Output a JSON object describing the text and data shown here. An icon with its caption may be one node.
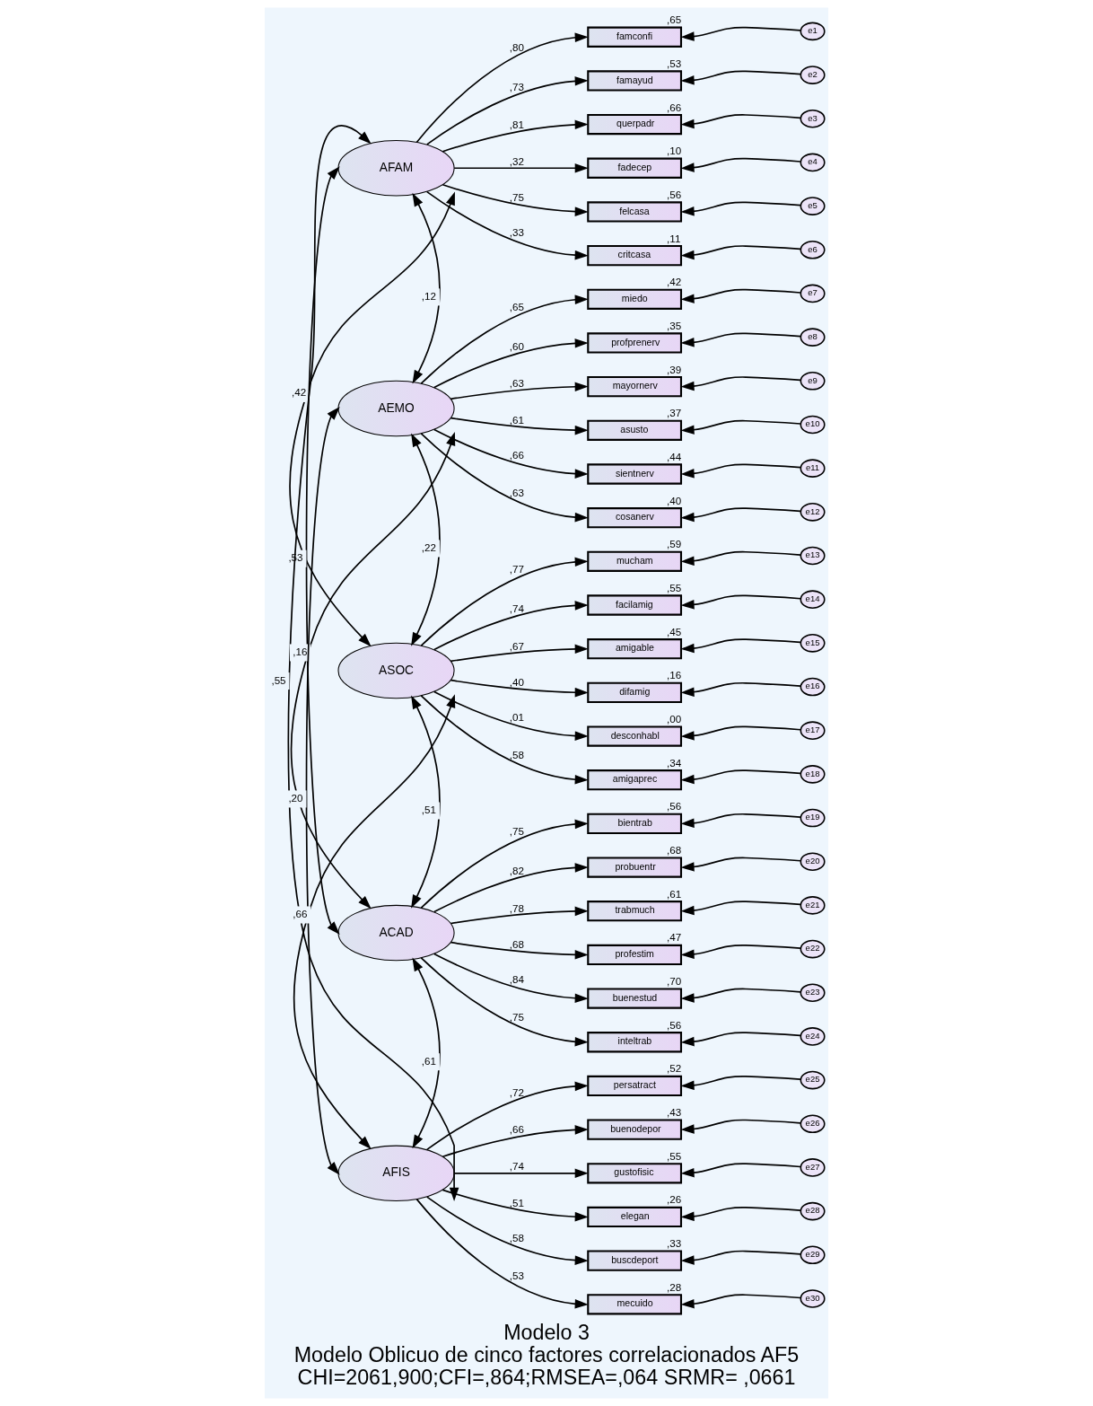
{
  "diagram": {
    "title": "Modelo 3",
    "caption": "Modelo Oblicuo de cinco factores correlacionados AF5 CHI=2061,900;CFI=,864;RMSEA=,064 SRMR= ,0661",
    "nodes": [
      {
        "text": [
          "AFAM"
        ]
      },
      {
        "text": [
          "AEMO"
        ]
      },
      {
        "text": [
          "ASOC"
        ]
      },
      {
        "text": [
          "ACAD"
        ]
      },
      {
        "text": [
          "AFIS"
        ]
      },
      {
        "text": [
          "famconfi"
        ],
        "beside": [
          ",65"
        ]
      },
      {
        "text": [
          "famayud"
        ],
        "beside": [
          ",53"
        ]
      },
      {
        "text": [
          "querpadr"
        ],
        "beside": [
          ",66"
        ]
      },
      {
        "text": [
          "fadecep"
        ],
        "beside": [
          ",10"
        ]
      },
      {
        "text": [
          "felcasa"
        ],
        "beside": [
          ",56"
        ]
      },
      {
        "text": [
          "critcasa"
        ],
        "beside": [
          ",11"
        ]
      },
      {
        "text": [
          "miedo"
        ],
        "beside": [
          ",42"
        ]
      },
      {
        "text": [
          "profprenerv"
        ],
        "beside": [
          ",35"
        ]
      },
      {
        "text": [
          "mayornerv"
        ],
        "beside": [
          ",39"
        ]
      },
      {
        "text": [
          "asusto"
        ],
        "beside": [
          ",37"
        ]
      },
      {
        "text": [
          "sientnerv"
        ],
        "beside": [
          ",44"
        ]
      },
      {
        "text": [
          "cosanerv"
        ],
        "beside": [
          ",40"
        ]
      },
      {
        "text": [
          "mucham"
        ],
        "beside": [
          ",59"
        ]
      },
      {
        "text": [
          "facilamig"
        ],
        "beside": [
          ",55"
        ]
      },
      {
        "text": [
          "amigable"
        ],
        "beside": [
          ",45"
        ]
      },
      {
        "text": [
          "difamig"
        ],
        "beside": [
          ",16"
        ]
      },
      {
        "text": [
          "desconhabl"
        ],
        "beside": [
          ",00"
        ]
      },
      {
        "text": [
          "amigaprec"
        ],
        "beside": [
          ",34"
        ]
      },
      {
        "text": [
          "bientrab"
        ],
        "beside": [
          ",56"
        ]
      },
      {
        "text": [
          "probuentr"
        ],
        "beside": [
          ",68"
        ]
      },
      {
        "text": [
          "trabmuch"
        ],
        "beside": [
          ",61"
        ]
      },
      {
        "text": [
          "profestim"
        ],
        "beside": [
          ",47"
        ]
      },
      {
        "text": [
          "buenestud"
        ],
        "beside": [
          ",70"
        ]
      },
      {
        "text": [
          "inteltrab"
        ],
        "beside": [
          ",56"
        ]
      },
      {
        "text": [
          "persatract"
        ],
        "beside": [
          ",52"
        ]
      },
      {
        "text": [
          "buenodepor"
        ],
        "beside": [
          ",43"
        ]
      },
      {
        "text": [
          "gustofisic"
        ],
        "beside": [
          ",55"
        ]
      },
      {
        "text": [
          "elegan"
        ],
        "beside": [
          ",26"
        ]
      },
      {
        "text": [
          "buscdeport"
        ],
        "beside": [
          ",33"
        ]
      },
      {
        "text": [
          "mecuido"
        ],
        "beside": [
          ",28"
        ]
      },
      {
        "text": [
          "e1"
        ]
      },
      {
        "text": [
          "e2"
        ]
      },
      {
        "text": [
          "e3"
        ]
      },
      {
        "text": [
          "e4"
        ]
      },
      {
        "text": [
          "e5"
        ]
      },
      {
        "text": [
          "e6"
        ]
      },
      {
        "text": [
          "e7"
        ]
      },
      {
        "text": [
          "e8"
        ]
      },
      {
        "text": [
          "e9"
        ]
      },
      {
        "text": [
          "e10"
        ]
      },
      {
        "text": [
          "e11"
        ]
      },
      {
        "text": [
          "e12"
        ]
      },
      {
        "text": [
          "e13"
        ]
      },
      {
        "text": [
          "e14"
        ]
      },
      {
        "text": [
          "e15"
        ]
      },
      {
        "text": [
          "e16"
        ]
      },
      {
        "text": [
          "e17"
        ]
      },
      {
        "text": [
          "e18"
        ]
      },
      {
        "text": [
          "e19"
        ]
      },
      {
        "text": [
          "e20"
        ]
      },
      {
        "text": [
          "e21"
        ]
      },
      {
        "text": [
          "e22"
        ]
      },
      {
        "text": [
          "e23"
        ]
      },
      {
        "text": [
          "e24"
        ]
      },
      {
        "text": [
          "e25"
        ]
      },
      {
        "text": [
          "e26"
        ]
      },
      {
        "text": [
          "e27"
        ]
      },
      {
        "text": [
          "e28"
        ]
      },
      {
        "text": [
          "e29"
        ]
      },
      {
        "text": [
          "e30"
        ]
      }
    ],
    "edges": [
      {
        "from": 0,
        "to": 5,
        "arrow": "to",
        "label": ",80"
      },
      {
        "from": 0,
        "to": 6,
        "arrow": "to",
        "label": ",73"
      },
      {
        "from": 0,
        "to": 7,
        "arrow": "to",
        "label": ",81"
      },
      {
        "from": 0,
        "to": 8,
        "arrow": "to",
        "label": ",32"
      },
      {
        "from": 0,
        "to": 9,
        "arrow": "to",
        "label": ",75"
      },
      {
        "from": 0,
        "to": 10,
        "arrow": "to",
        "label": ",33"
      },
      {
        "from": 1,
        "to": 11,
        "arrow": "to",
        "label": ",65"
      },
      {
        "from": 1,
        "to": 12,
        "arrow": "to",
        "label": ",60"
      },
      {
        "from": 1,
        "to": 13,
        "arrow": "to",
        "label": ",63"
      },
      {
        "from": 1,
        "to": 14,
        "arrow": "to",
        "label": ",61"
      },
      {
        "from": 1,
        "to": 15,
        "arrow": "to",
        "label": ",66"
      },
      {
        "from": 1,
        "to": 16,
        "arrow": "to",
        "label": ",63"
      },
      {
        "from": 2,
        "to": 17,
        "arrow": "to",
        "label": ",77"
      },
      {
        "from": 2,
        "to": 18,
        "arrow": "to",
        "label": ",74"
      },
      {
        "from": 2,
        "to": 19,
        "arrow": "to",
        "label": ",67"
      },
      {
        "from": 2,
        "to": 20,
        "arrow": "to",
        "label": ",40"
      },
      {
        "from": 2,
        "to": 21,
        "arrow": "to",
        "label": ",01"
      },
      {
        "from": 2,
        "to": 22,
        "arrow": "to",
        "label": ",58"
      },
      {
        "from": 3,
        "to": 23,
        "arrow": "to",
        "label": ",75"
      },
      {
        "from": 3,
        "to": 24,
        "arrow": "to",
        "label": ",82"
      },
      {
        "from": 3,
        "to": 25,
        "arrow": "to",
        "label": ",78"
      },
      {
        "from": 3,
        "to": 26,
        "arrow": "to",
        "label": ",68"
      },
      {
        "from": 3,
        "to": 27,
        "arrow": "to",
        "label": ",84"
      },
      {
        "from": 3,
        "to": 28,
        "arrow": "to",
        "label": ",75"
      },
      {
        "from": 4,
        "to": 29,
        "arrow": "to",
        "label": ",72"
      },
      {
        "from": 4,
        "to": 30,
        "arrow": "to",
        "label": ",66"
      },
      {
        "from": 4,
        "to": 31,
        "arrow": "to",
        "label": ",74"
      },
      {
        "from": 4,
        "to": 32,
        "arrow": "to",
        "label": ",51"
      },
      {
        "from": 4,
        "to": 33,
        "arrow": "to",
        "label": ",58"
      },
      {
        "from": 4,
        "to": 34,
        "arrow": "to",
        "label": ",53"
      },
      {
        "from": 35,
        "to": 5,
        "arrow": "to"
      },
      {
        "from": 36,
        "to": 6,
        "arrow": "to"
      },
      {
        "from": 37,
        "to": 7,
        "arrow": "to"
      },
      {
        "from": 38,
        "to": 8,
        "arrow": "to"
      },
      {
        "from": 39,
        "to": 9,
        "arrow": "to"
      },
      {
        "from": 40,
        "to": 10,
        "arrow": "to"
      },
      {
        "from": 41,
        "to": 11,
        "arrow": "to"
      },
      {
        "from": 42,
        "to": 12,
        "arrow": "to"
      },
      {
        "from": 43,
        "to": 13,
        "arrow": "to"
      },
      {
        "from": 44,
        "to": 14,
        "arrow": "to"
      },
      {
        "from": 45,
        "to": 15,
        "arrow": "to"
      },
      {
        "from": 46,
        "to": 16,
        "arrow": "to"
      },
      {
        "from": 47,
        "to": 17,
        "arrow": "to"
      },
      {
        "from": 48,
        "to": 18,
        "arrow": "to"
      },
      {
        "from": 49,
        "to": 19,
        "arrow": "to"
      },
      {
        "from": 50,
        "to": 20,
        "arrow": "to"
      },
      {
        "from": 51,
        "to": 21,
        "arrow": "to"
      },
      {
        "from": 52,
        "to": 22,
        "arrow": "to"
      },
      {
        "from": 53,
        "to": 23,
        "arrow": "to"
      },
      {
        "from": 54,
        "to": 24,
        "arrow": "to"
      },
      {
        "from": 55,
        "to": 25,
        "arrow": "to"
      },
      {
        "from": 56,
        "to": 26,
        "arrow": "to"
      },
      {
        "from": 57,
        "to": 27,
        "arrow": "to"
      },
      {
        "from": 58,
        "to": 28,
        "arrow": "to"
      },
      {
        "from": 59,
        "to": 29,
        "arrow": "to"
      },
      {
        "from": 60,
        "to": 30,
        "arrow": "to"
      },
      {
        "from": 61,
        "to": 31,
        "arrow": "to"
      },
      {
        "from": 62,
        "to": 32,
        "arrow": "to"
      },
      {
        "from": 63,
        "to": 33,
        "arrow": "to"
      },
      {
        "from": 64,
        "to": 34,
        "arrow": "to"
      },
      {
        "from": 0,
        "to": 1,
        "arrow": "both",
        "label": ",12"
      },
      {
        "from": 0,
        "to": 2,
        "arrow": "both",
        "label": ",42"
      },
      {
        "from": 0,
        "to": 3,
        "arrow": "both",
        "label": ",53"
      },
      {
        "from": 0,
        "to": 4,
        "arrow": "both",
        "label": ",55"
      },
      {
        "from": 1,
        "to": 2,
        "arrow": "both",
        "label": ",22"
      },
      {
        "from": 1,
        "to": 3,
        "arrow": "both",
        "label": ",16"
      },
      {
        "from": 1,
        "to": 4,
        "arrow": "both",
        "label": ",20"
      },
      {
        "from": 2,
        "to": 3,
        "arrow": "both",
        "label": ",51"
      },
      {
        "from": 2,
        "to": 4,
        "arrow": "both",
        "label": ",66"
      },
      {
        "from": 3,
        "to": 4,
        "arrow": "both",
        "label": ",61"
      }
    ]
  }
}
